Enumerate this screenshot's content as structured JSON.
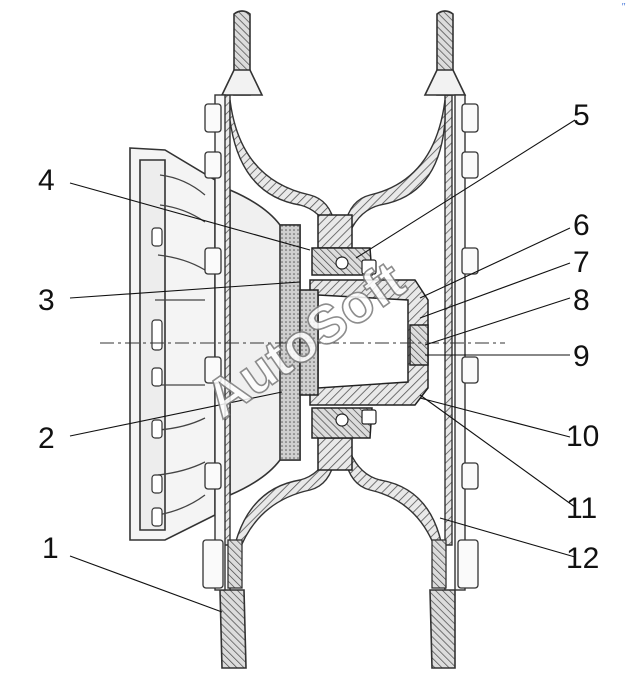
{
  "callouts": [
    {
      "number": "1"
    },
    {
      "number": "2"
    },
    {
      "number": "3"
    },
    {
      "number": "4"
    },
    {
      "number": "5"
    },
    {
      "number": "6"
    },
    {
      "number": "7"
    },
    {
      "number": "8"
    },
    {
      "number": "9"
    },
    {
      "number": "10"
    },
    {
      "number": "11"
    },
    {
      "number": "12"
    }
  ],
  "watermark": "AutoSoft",
  "corner_mark": "\""
}
